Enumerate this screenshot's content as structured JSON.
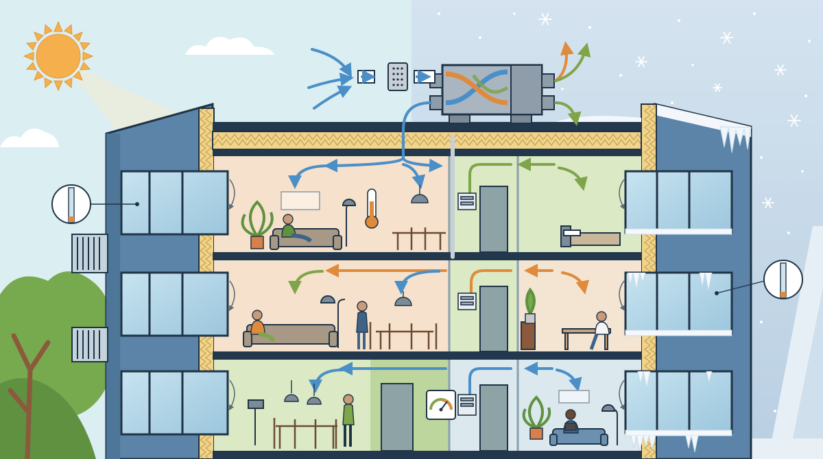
{
  "palette": {
    "summer_sky": "#dbeef2",
    "winter_sky": "#cfe0ee",
    "wall_blue": "#5b84a8",
    "wall_blue_dark": "#3f6386",
    "outline": "#1f3346",
    "floor_slab": "#23384d",
    "insulation": "#f0d48a",
    "room_peach": "#f6e2cc",
    "room_green": "#dbe9c4",
    "room_blue": "#dbe8ee",
    "fresh_air_blue": "#4a8fc7",
    "warm_air_orange": "#e08a3c",
    "exhaust_green": "#7fa54a",
    "sun": "#f5b04d",
    "tree_green": "#77a94f",
    "trunk": "#8a5a3b",
    "unit_gray": "#a9b6c1"
  },
  "icons": [
    "sun-icon",
    "cloud-icon",
    "snowflake-icon",
    "heat-recovery-ventilation-unit",
    "air-filter-icon",
    "thermometer-icon",
    "pressure-gauge-icon",
    "control-panel-icon",
    "window-cross-section-callout",
    "icicle-icon",
    "tree-icon",
    "houseplant-icon",
    "pendant-lamp-icon",
    "floor-lamp-icon",
    "sofa-icon",
    "dining-table-icon",
    "bed-icon",
    "door-icon",
    "person-icon"
  ],
  "scene": {
    "left_side": "summer",
    "right_side": "winter",
    "floors": 3,
    "airflow_colors": [
      "fresh_air_blue",
      "warm_air_orange",
      "exhaust_green"
    ]
  }
}
